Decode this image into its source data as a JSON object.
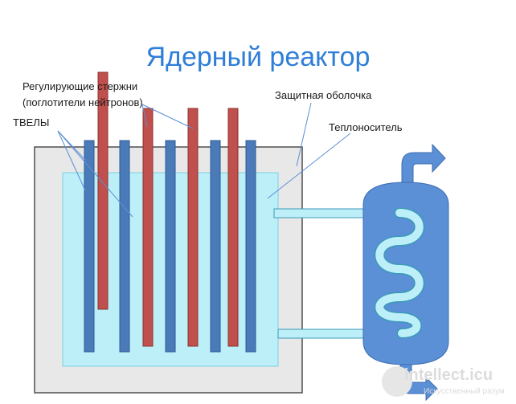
{
  "title": "Ядерный реактор",
  "labels": {
    "control_rods_line1": "Регулирующие стержни",
    "control_rods_line2": "(поглотители нейтронов)",
    "fuel_rods": "ТВЕЛЫ",
    "containment": "Защитная оболочка",
    "coolant": "Теплоноситель"
  },
  "watermark": {
    "main": "intellect.icu",
    "sub": "Искусственный разум"
  },
  "colors": {
    "title": "#2f7ed8",
    "containment_fill": "#e8e8e8",
    "coolant_fill": "#bdeff8",
    "fuel_rod": "#4a7ab8",
    "control_rod": "#c0504d",
    "heat_exchanger": "#5b8fd6",
    "pipe": "#bdeff8"
  }
}
